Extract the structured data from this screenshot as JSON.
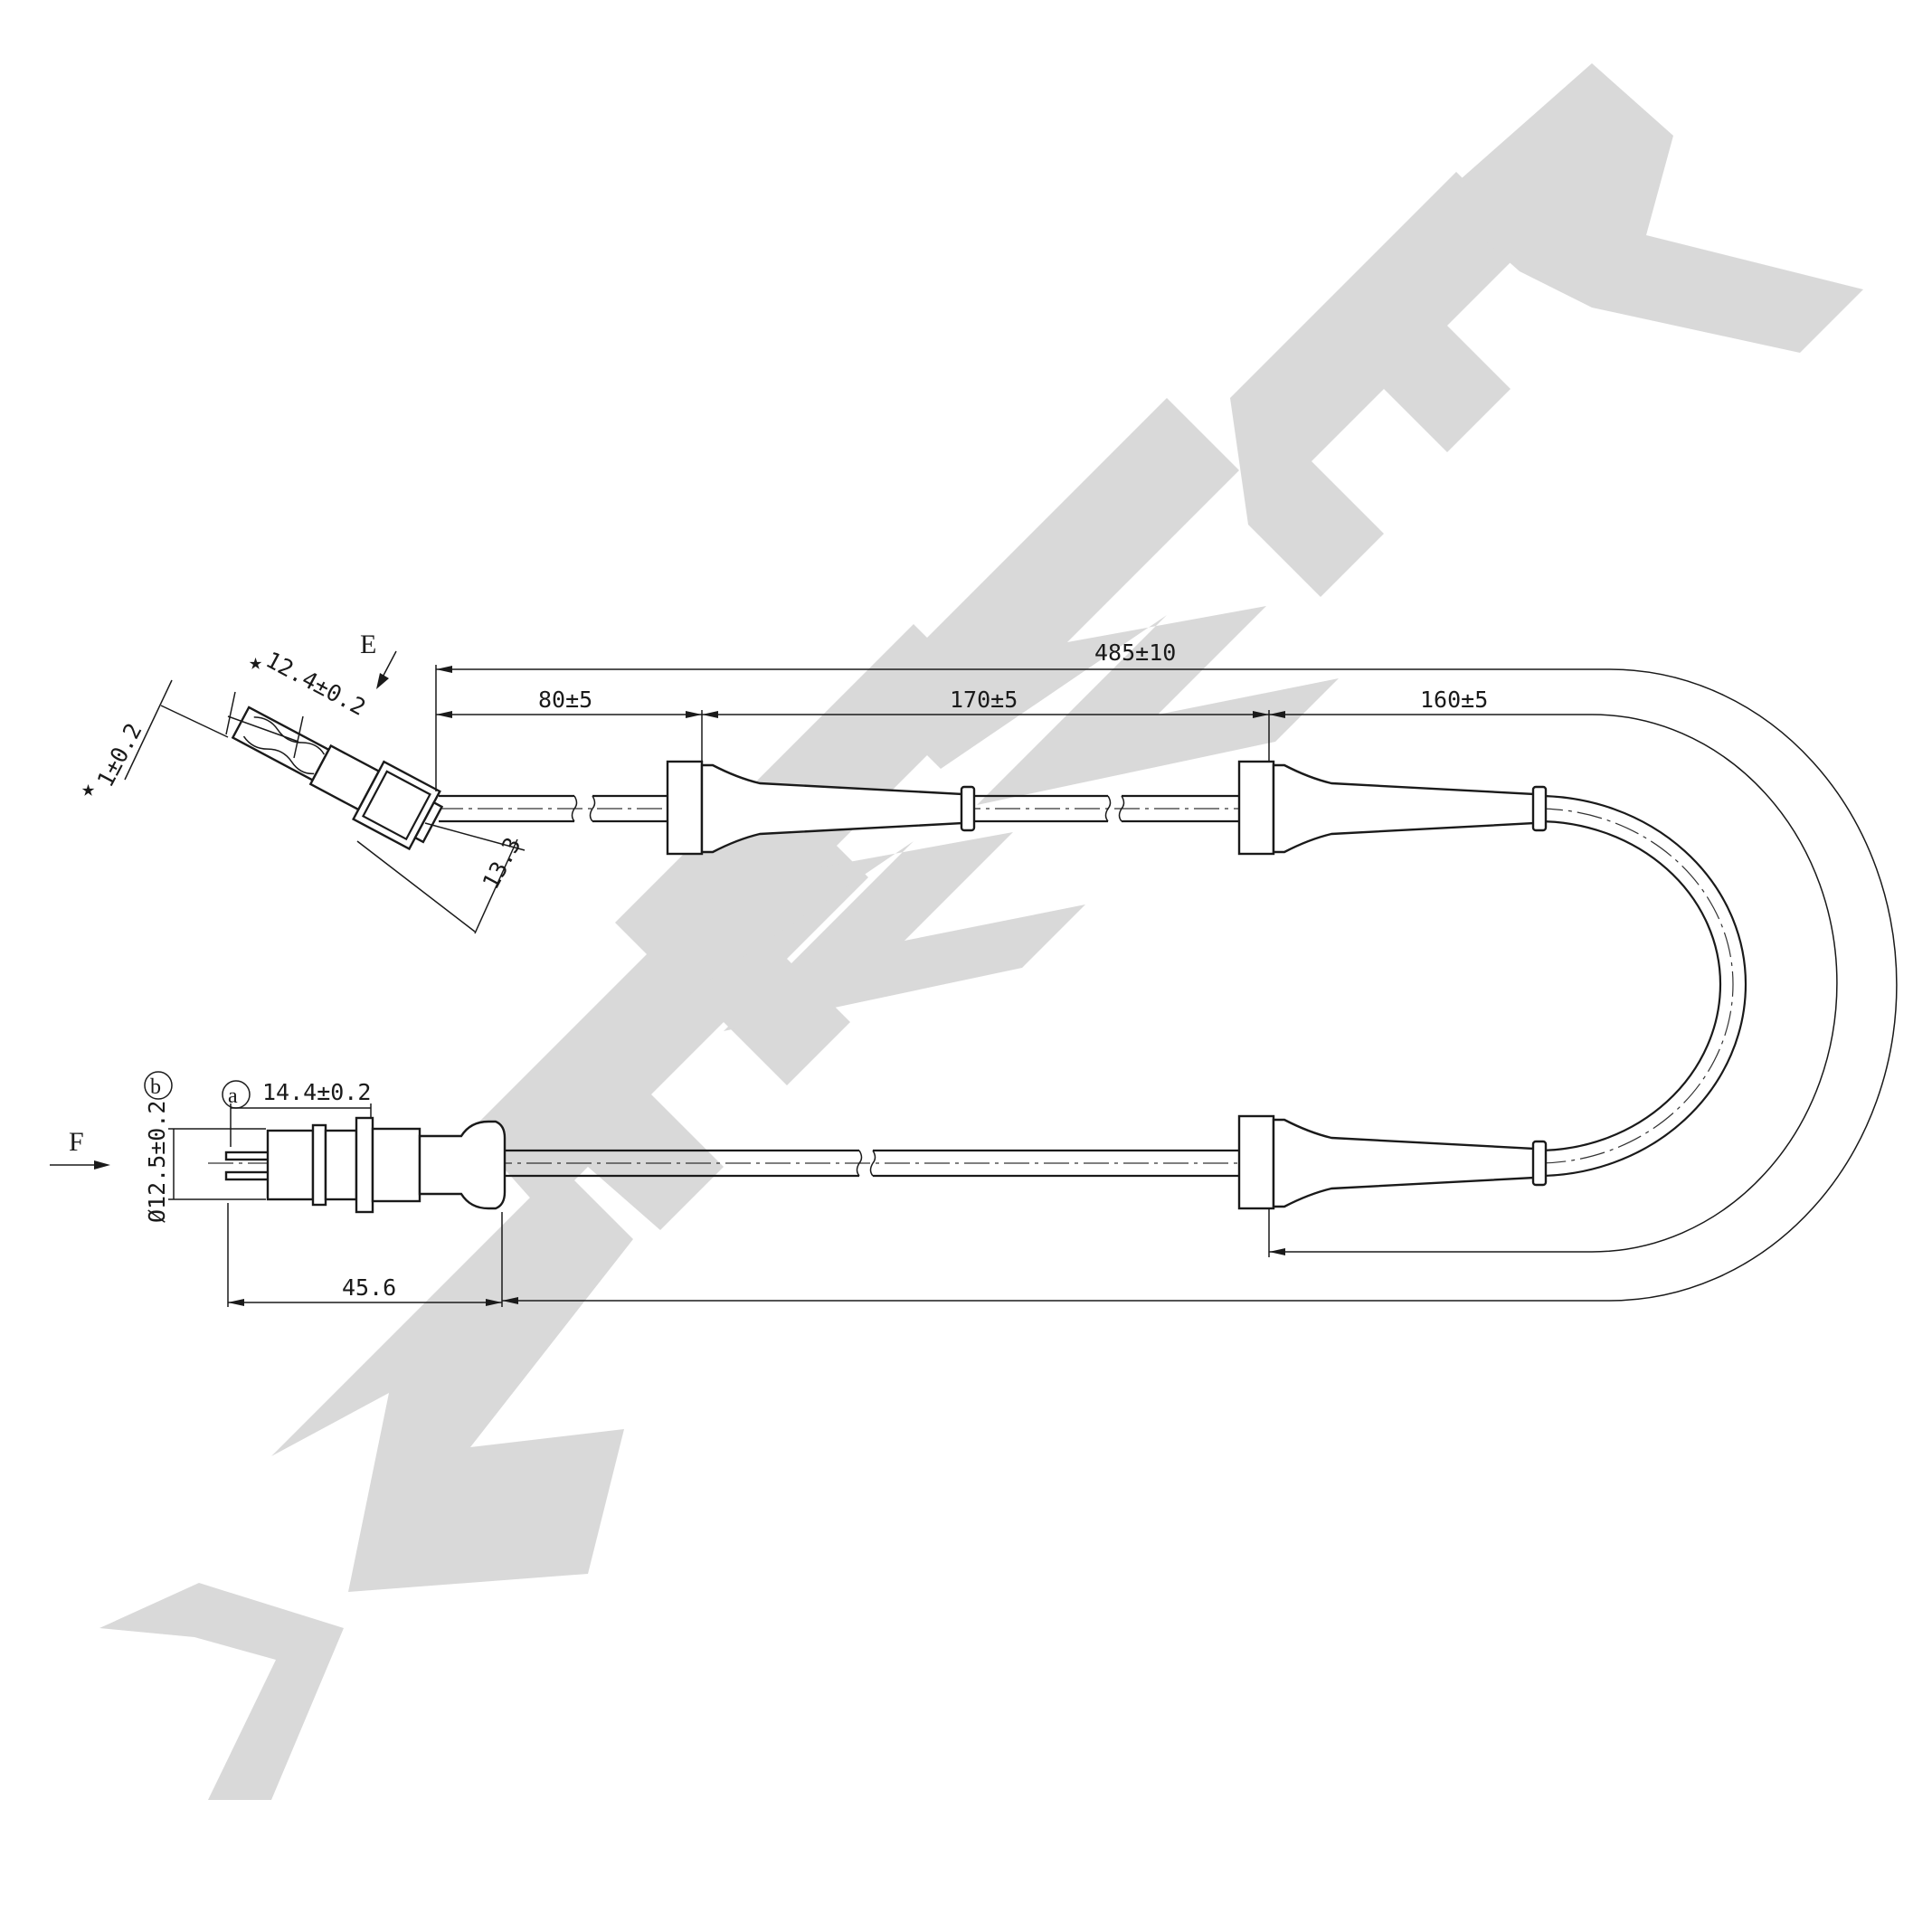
{
  "watermark": {
    "text": "ZENNEK",
    "color": "#d9d9d9"
  },
  "views": {
    "view_e": "E",
    "view_f": "F"
  },
  "callouts": {
    "a": "a",
    "b": "b"
  },
  "dimensions": {
    "overall_length": "485±10",
    "segment_1": "80±5",
    "segment_2": "170±5",
    "segment_3": "160±5",
    "sensor_width": "12.4±0.2",
    "sensor_gap": "1±0.2",
    "sensor_depth": "13.3",
    "connector_length": "14.4±0.2",
    "connector_diameter": "Ø12.5±0.2",
    "connector_total": "45.6"
  },
  "symbols": {
    "critical_mark": "★"
  }
}
